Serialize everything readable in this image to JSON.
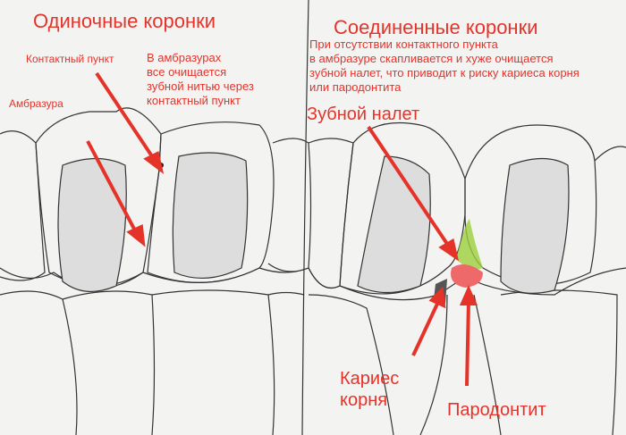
{
  "left": {
    "title": "Одиночные коронки",
    "contact_label": "Контактный пункт",
    "embrasure_label": "Амбразура",
    "note": [
      "В амбразурах",
      "все очищается",
      "зубной нитью через",
      "контактный пункт"
    ]
  },
  "right": {
    "title": "Соединенные коронки",
    "note": [
      "При отсутствии контактного пункта",
      "в амбразуре скапливается и хуже очищается",
      "зубной налет, что приводит к риску кариеса корня",
      "или пародонтита"
    ],
    "plaque_label": "Зубной налет",
    "caries_label": [
      "Кариес",
      "корня"
    ],
    "periodontitis_label": "Пародонтит"
  },
  "colors": {
    "accent": "#e5332a",
    "plaque": "#9bcf3c",
    "inflammation": "#ee6a6a",
    "caries": "#555555"
  }
}
